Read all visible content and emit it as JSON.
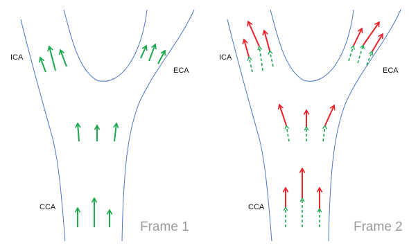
{
  "colors": {
    "vessel_wall": "#4a74c4",
    "flow_arrow": "#1aa64b",
    "velocity_arrow": "#e8232a",
    "frame_label": "#9a9a9a"
  },
  "frame1": {
    "ica_label": "ICA",
    "eca_label": "ECA",
    "cca_label": "CCA",
    "frame_label": "Frame 1"
  },
  "frame2": {
    "ica_label": "ICA",
    "eca_label": "ECA",
    "cca_label": "CCA",
    "frame_label": "Frame 2"
  }
}
